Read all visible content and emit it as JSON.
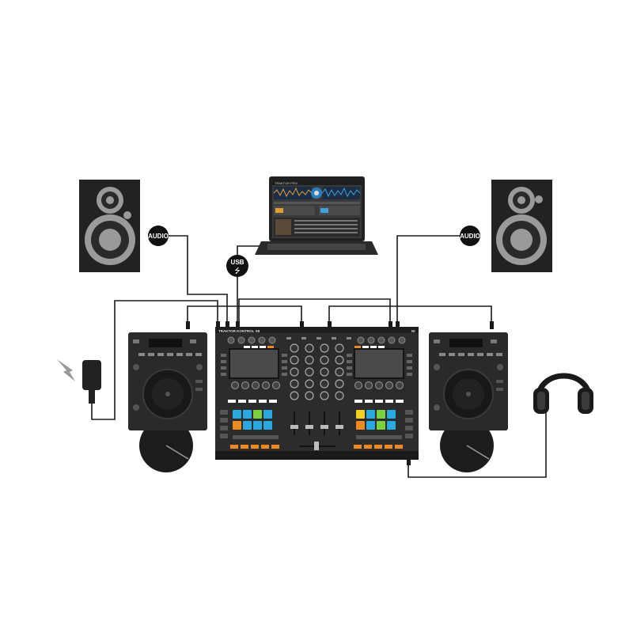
{
  "labels": {
    "audio_left": "AUDIO",
    "audio_right": "AUDIO",
    "usb": "USB",
    "usb_symbol": "⭍"
  },
  "devices": {
    "laptop_title": "TRAKTOR PRO",
    "controller_brand": "TRAKTOR KONTROL S8",
    "controller_ni_badge": "NI"
  },
  "colors": {
    "cable": "#1a1a1a",
    "device_body": "#222222",
    "device_panel": "#2e2e2e",
    "speaker_cone": "#9a9a9a",
    "pad_blue": "#27a9e1",
    "pad_green": "#7bd23c",
    "pad_yellow": "#f2d01e",
    "pad_orange": "#f39c22",
    "accent_orange": "#f08a1c",
    "screen": "#4a4a4a"
  }
}
